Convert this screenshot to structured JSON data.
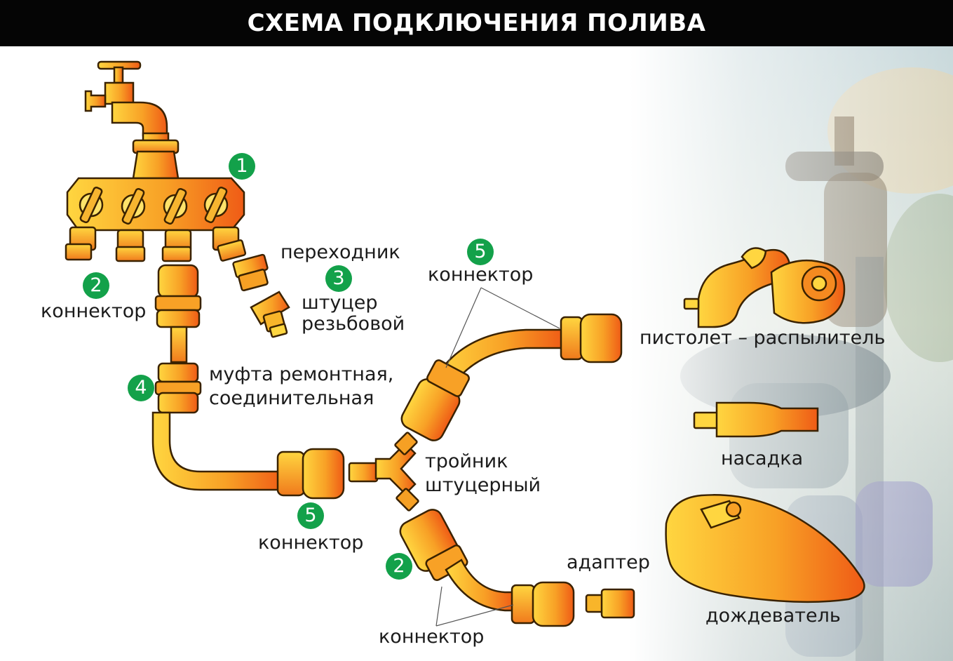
{
  "header": {
    "title": "СХЕМА ПОДКЛЮЧЕНИЯ ПОЛИВА"
  },
  "badges": {
    "b1": "1",
    "b2a": "2",
    "b3": "3",
    "b4": "4",
    "b5a": "5",
    "b5b": "5",
    "b2b": "2"
  },
  "labels": {
    "konnektor1": "коннектор",
    "perehodnik": "переходник",
    "shtucer_l1": "штуцер",
    "shtucer_l2": "резьбовой",
    "mufta_l1": "муфта ремонтная,",
    "mufta_l2": "соединительная",
    "konnektor_top": "коннектор",
    "troinik_l1": "тройник",
    "troinik_l2": "штуцерный",
    "konnektor_mid": "коннектор",
    "konnektor_bottom": "коннектор",
    "pistolet": "пистолет – распылитель",
    "nasadka": "насадка",
    "adapter": "адаптер",
    "dozhdevatel": "дождеватель"
  },
  "colors": {
    "header_bg": "#050505",
    "badge": "#13a14a",
    "part_yellow": "#ffd23a",
    "part_orange": "#f06a18",
    "outline": "#3a2200"
  }
}
